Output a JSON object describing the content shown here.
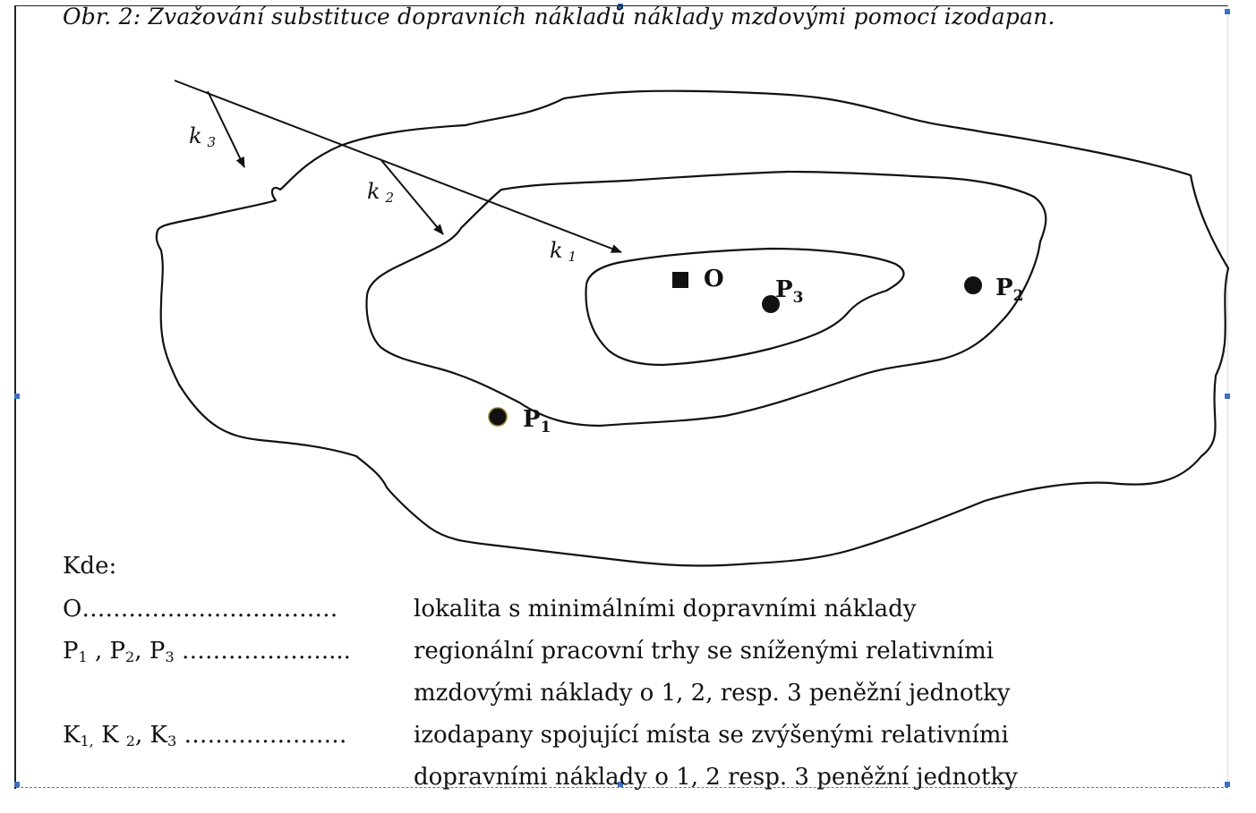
{
  "caption": "Obr. 2: Zvažování substituce dopravních nákladů náklady mzdovými pomocí izodapan.",
  "map": {
    "point_O": "O",
    "point_P1": {
      "base": "P",
      "sub": "1"
    },
    "point_P2": {
      "base": "P",
      "sub": "2"
    },
    "point_P3": {
      "base": "P",
      "sub": "3"
    },
    "isoline_k1": {
      "base": "k",
      "sub": "1"
    },
    "isoline_k2": {
      "base": "k",
      "sub": "2"
    },
    "isoline_k3": {
      "base": "k",
      "sub": "3"
    }
  },
  "legend": {
    "heading": "Kde:",
    "rows": [
      {
        "term": "O……………………………",
        "desc": "lokalita s minimálními dopravními náklady"
      },
      {
        "term_parts": [
          "P",
          "1",
          " , P",
          "2",
          ", P",
          "3",
          " ………………...."
        ],
        "desc": "regionální pracovní trhy se sníženými relativními"
      },
      {
        "term": "",
        "desc": "mzdovými náklady o 1, 2, resp. 3 peněžní jednotky"
      },
      {
        "term_parts": [
          "K",
          "1,",
          " K ",
          "2",
          ", K",
          "3",
          " …………………"
        ],
        "desc": "izodapany spojující místa se zvýšenými relativními"
      },
      {
        "term": "",
        "desc": "dopravními náklady o 1, 2 resp. 3 peněžní jednotky"
      }
    ]
  },
  "colors": {
    "line": "#111111",
    "selection": "#3b6fc4"
  }
}
